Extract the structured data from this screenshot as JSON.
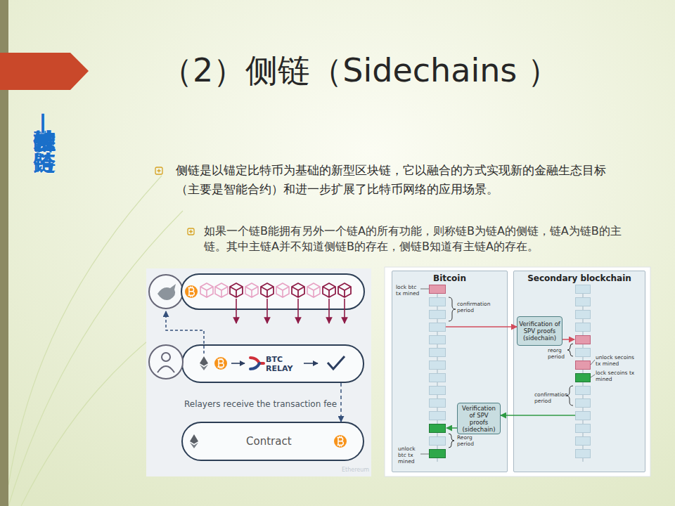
{
  "diagram": {
    "title": "（2）侧链（Sidechains ）",
    "nodes": [
      {
        "text": [
          "BTC RELAY"
        ]
      },
      {
        "text": [
          "Contract"
        ]
      },
      {
        "text": [
          "Bitcoin"
        ]
      },
      {
        "text": [
          "Secondary blockchain"
        ]
      },
      {
        "text": [
          "Verification of SPV proofs (sidechain)"
        ],
        "in": 3
      },
      {
        "text": [
          "Verification of SPV proofs (sidechain)"
        ],
        "in": 2
      }
    ],
    "edges": [
      {
        "from": 0,
        "to": 1,
        "arrow": "to"
      },
      {
        "from": 2,
        "to": 4,
        "arrow": "to"
      },
      {
        "from": 3,
        "to": 5,
        "arrow": "to"
      }
    ],
    "labels": [
      "多链融合技术—跨链",
      "侧链是以锚定比特币为基础的新型区块链，它以融合的方式实现新的金融生态目标（主要是智能合约）和进一步扩展了比特币网络的应用场景。",
      "如果一个链B能拥有另外一个链A的所有功能，则称链B为链A的侧链，链A为链B的主链。其中主链A并不知道侧链B的存在，侧链B知道有主链A的存在。",
      "Relayers receive the transaction fee",
      "Ethereum",
      "lock btc tx mined",
      "confirmation period",
      "Reorg period",
      "unlock btc tx mined",
      "reorg period",
      "unlock secoins tx mined",
      "lock secoins tx mined",
      "confirmation period"
    ]
  }
}
